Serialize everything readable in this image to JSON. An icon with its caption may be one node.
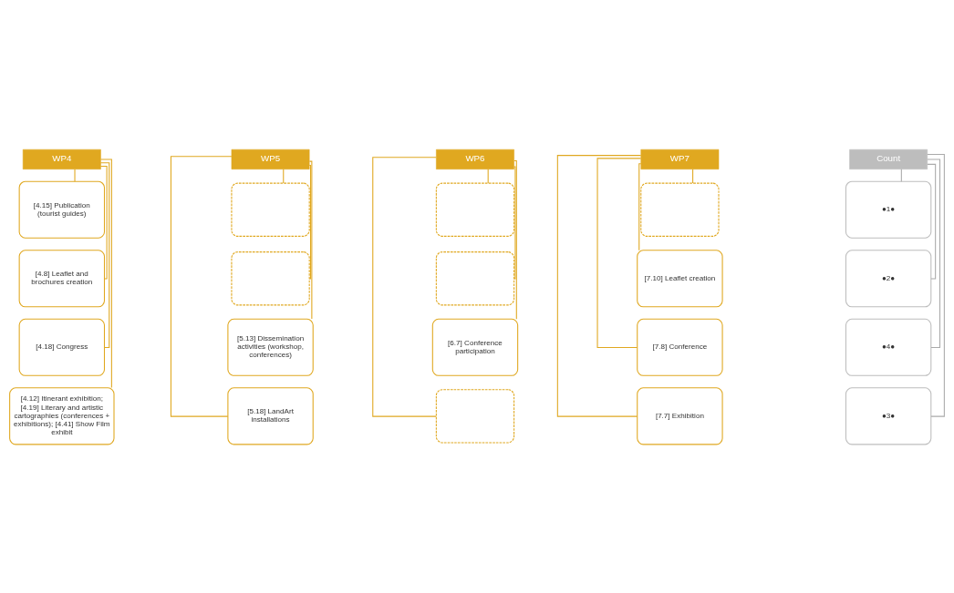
{
  "diagram": {
    "nodes": [
      {
        "text": [
          "WP4"
        ]
      },
      {
        "text": [
          "[4.15] Publication (tourist guides)"
        ]
      },
      {
        "text": [
          "[4.8] Leaflet and brochures creation"
        ]
      },
      {
        "text": [
          "[4.18] Congress"
        ]
      },
      {
        "text": [
          "[4.12] Itinerant exhibition; [4.19] Literary and artistic cartographies (conferences + exhibitions); [4.41] Show Film exhibit"
        ]
      },
      {
        "text": [
          "WP5"
        ]
      },
      {
        "text": [],
        "shape": "box"
      },
      {
        "text": [],
        "shape": "box"
      },
      {
        "text": [
          "[5.13] Dissemination activities (workshop, conferences)"
        ]
      },
      {
        "text": [
          "[5.18] LandArt installations"
        ]
      },
      {
        "text": [
          "WP6"
        ]
      },
      {
        "text": [],
        "shape": "box"
      },
      {
        "text": [],
        "shape": "box"
      },
      {
        "text": [
          "[6.7] Conference participation"
        ]
      },
      {
        "text": [],
        "shape": "box"
      },
      {
        "text": [
          "WP7"
        ]
      },
      {
        "text": [],
        "shape": "box"
      },
      {
        "text": [
          "[7.10] Leaflet creation"
        ]
      },
      {
        "text": [
          "[7.8] Conference"
        ]
      },
      {
        "text": [
          "[7.7] Exhibition"
        ]
      },
      {
        "text": [
          "Count"
        ]
      },
      {
        "text": [
          "●1●"
        ]
      },
      {
        "text": [
          "●2●"
        ]
      },
      {
        "text": [
          "●4●"
        ]
      },
      {
        "text": [
          "●3●"
        ]
      }
    ],
    "edges": [
      {
        "from": 0,
        "to": 1,
        "arrow": "none"
      },
      {
        "from": 0,
        "to": 2,
        "arrow": "none"
      },
      {
        "from": 0,
        "to": 3,
        "arrow": "none"
      },
      {
        "from": 0,
        "to": 4,
        "arrow": "none"
      },
      {
        "from": 5,
        "to": 6,
        "arrow": "none"
      },
      {
        "from": 5,
        "to": 7,
        "arrow": "none"
      },
      {
        "from": 5,
        "to": 8,
        "arrow": "none"
      },
      {
        "from": 5,
        "to": 9,
        "arrow": "none"
      },
      {
        "from": 10,
        "to": 11,
        "arrow": "none"
      },
      {
        "from": 10,
        "to": 12,
        "arrow": "none"
      },
      {
        "from": 10,
        "to": 13,
        "arrow": "none"
      },
      {
        "from": 10,
        "to": 14,
        "arrow": "none"
      },
      {
        "from": 15,
        "to": 16,
        "arrow": "none"
      },
      {
        "from": 15,
        "to": 17,
        "arrow": "none"
      },
      {
        "from": 15,
        "to": 18,
        "arrow": "none"
      },
      {
        "from": 15,
        "to": 19,
        "arrow": "none"
      },
      {
        "from": 20,
        "to": 21,
        "arrow": "none",
        "color": "#aaaaaa"
      },
      {
        "from": 20,
        "to": 22,
        "arrow": "none",
        "color": "#aaaaaa"
      },
      {
        "from": 20,
        "to": 23,
        "arrow": "none",
        "color": "#aaaaaa"
      },
      {
        "from": 20,
        "to": 24,
        "arrow": "none",
        "color": "#aaaaaa"
      }
    ]
  }
}
